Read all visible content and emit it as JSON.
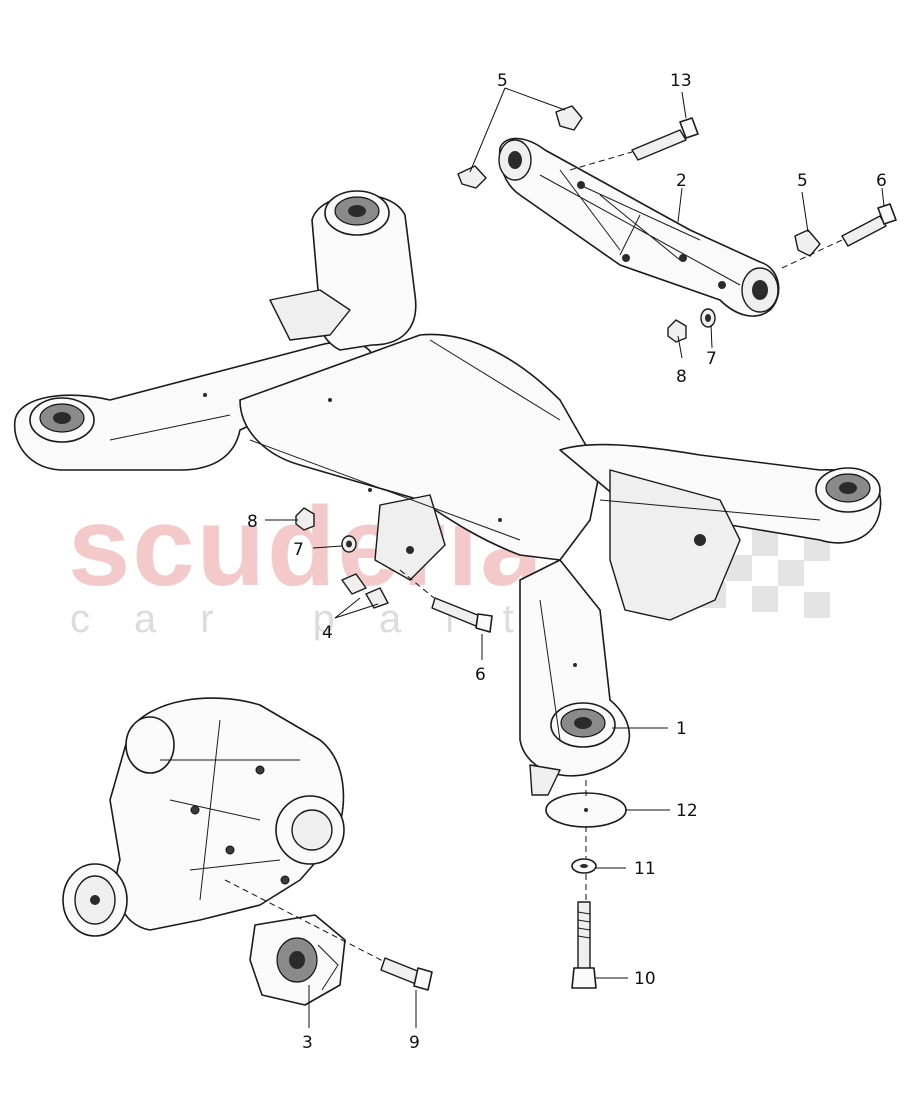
{
  "watermark": {
    "main": "scuderia",
    "sub": "car parts"
  },
  "callouts": {
    "c1": "1",
    "c2": "2",
    "c3": "3",
    "c4": "4",
    "c5a": "5",
    "c5b": "5",
    "c6a": "6",
    "c6b": "6",
    "c7a": "7",
    "c7b": "7",
    "c8a": "8",
    "c8b": "8",
    "c9": "9",
    "c10": "10",
    "c11": "11",
    "c12": "12",
    "c13": "13"
  }
}
